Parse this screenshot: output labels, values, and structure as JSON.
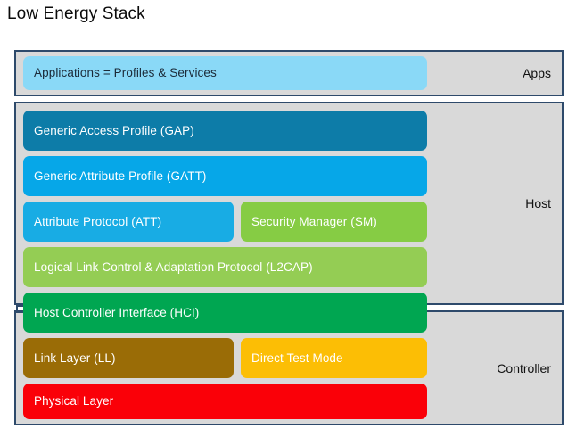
{
  "title": "Low Energy Stack",
  "groups": [
    {
      "key": "apps",
      "label": "Apps"
    },
    {
      "key": "host",
      "label": "Host"
    },
    {
      "key": "controller",
      "label": "Controller"
    }
  ],
  "layers": {
    "applications": {
      "label": "Applications = Profiles & Services",
      "color": "#8ad9f7",
      "group": "apps"
    },
    "gap": {
      "label": "Generic Access Profile (GAP)",
      "color": "#0d7ca8",
      "group": "host"
    },
    "gatt": {
      "label": "Generic Attribute Profile (GATT)",
      "color": "#06a7e8",
      "group": "host"
    },
    "att": {
      "label": "Attribute Protocol (ATT)",
      "color": "#18ace4",
      "group": "host"
    },
    "sm": {
      "label": "Security Manager (SM)",
      "color": "#86cc44",
      "group": "host"
    },
    "l2cap": {
      "label": "Logical Link Control & Adaptation Protocol (L2CAP)",
      "color": "#94cd54",
      "group": "host"
    },
    "hci": {
      "label": "Host Controller Interface (HCI)",
      "color": "#00a651",
      "group": "host-controller-boundary"
    },
    "ll": {
      "label": "Link Layer (LL)",
      "color": "#9a6c06",
      "group": "controller"
    },
    "dtm": {
      "label": "Direct Test Mode",
      "color": "#fcbe05",
      "group": "controller"
    },
    "phy": {
      "label": "Physical Layer",
      "color": "#fa0008",
      "group": "controller"
    }
  },
  "colors": {
    "panel_background": "#d9d9d9",
    "panel_border": "#2e4a6b",
    "page_background": "#ffffff",
    "title_text": "#0a0a0a"
  }
}
